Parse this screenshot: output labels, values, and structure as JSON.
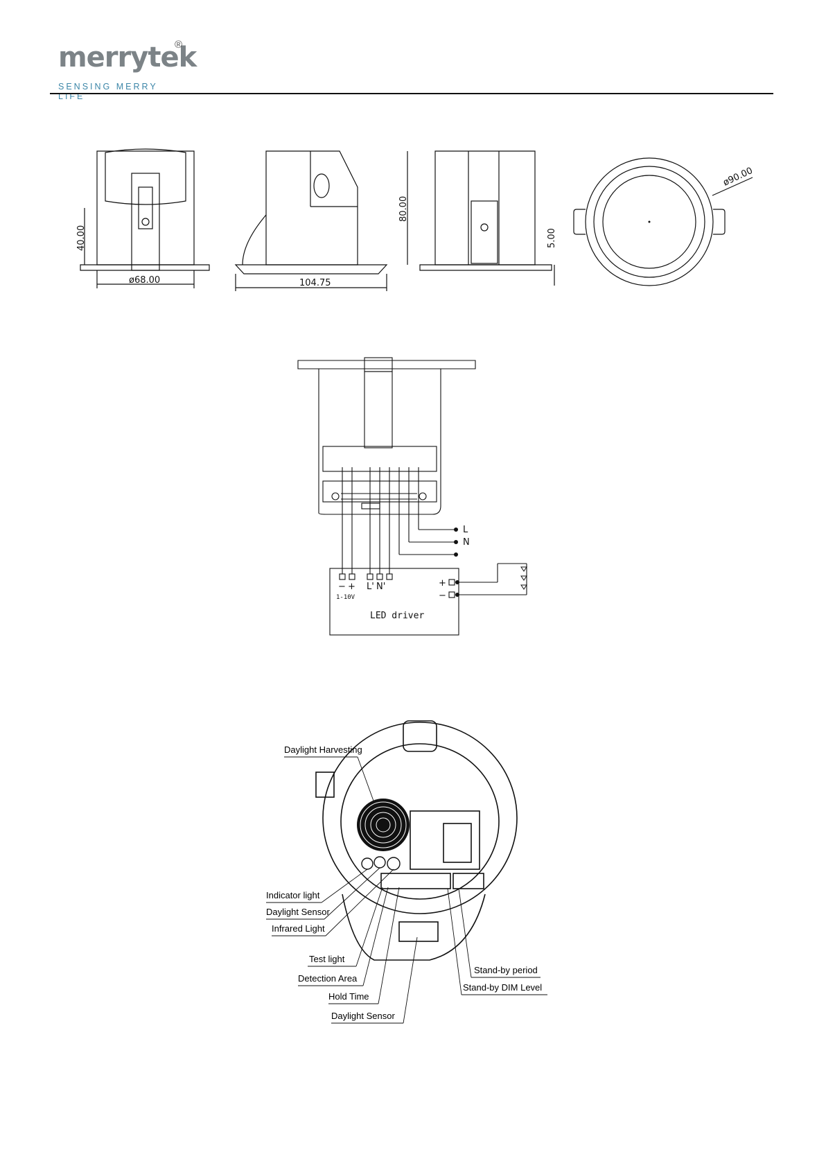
{
  "header": {
    "brand": "merrytek",
    "registered": "®",
    "tagline": "SENSING MERRY LIFE"
  },
  "dimensions": {
    "height_front": "40.00",
    "diameter_front": "ø68.00",
    "width_side": "104.75",
    "total_height": "80.00",
    "flange": "5.00",
    "outer_diameter": "ø90.00"
  },
  "wiring": {
    "terminal_L": "L",
    "terminal_N": "N",
    "minus": "−",
    "plus": "+",
    "range": "1-10V",
    "L_prime": "L'",
    "N_prime": "N'",
    "driver": "LED driver"
  },
  "callouts": {
    "daylight_harvesting": "Daylight Harvesting",
    "indicator_light": "Indicator light",
    "daylight_sensor_1": "Daylight Sensor",
    "infrared_light": "Infrared Light",
    "test_light": "Test light",
    "detection_area": "Detection Area",
    "hold_time": "Hold Time",
    "daylight_sensor_2": "Daylight Sensor",
    "standby_period": "Stand-by period",
    "standby_dim": "Stand-by DIM Level"
  },
  "colors": {
    "logo_gray": "#7c8387",
    "logo_blue": "#3c86a8"
  }
}
